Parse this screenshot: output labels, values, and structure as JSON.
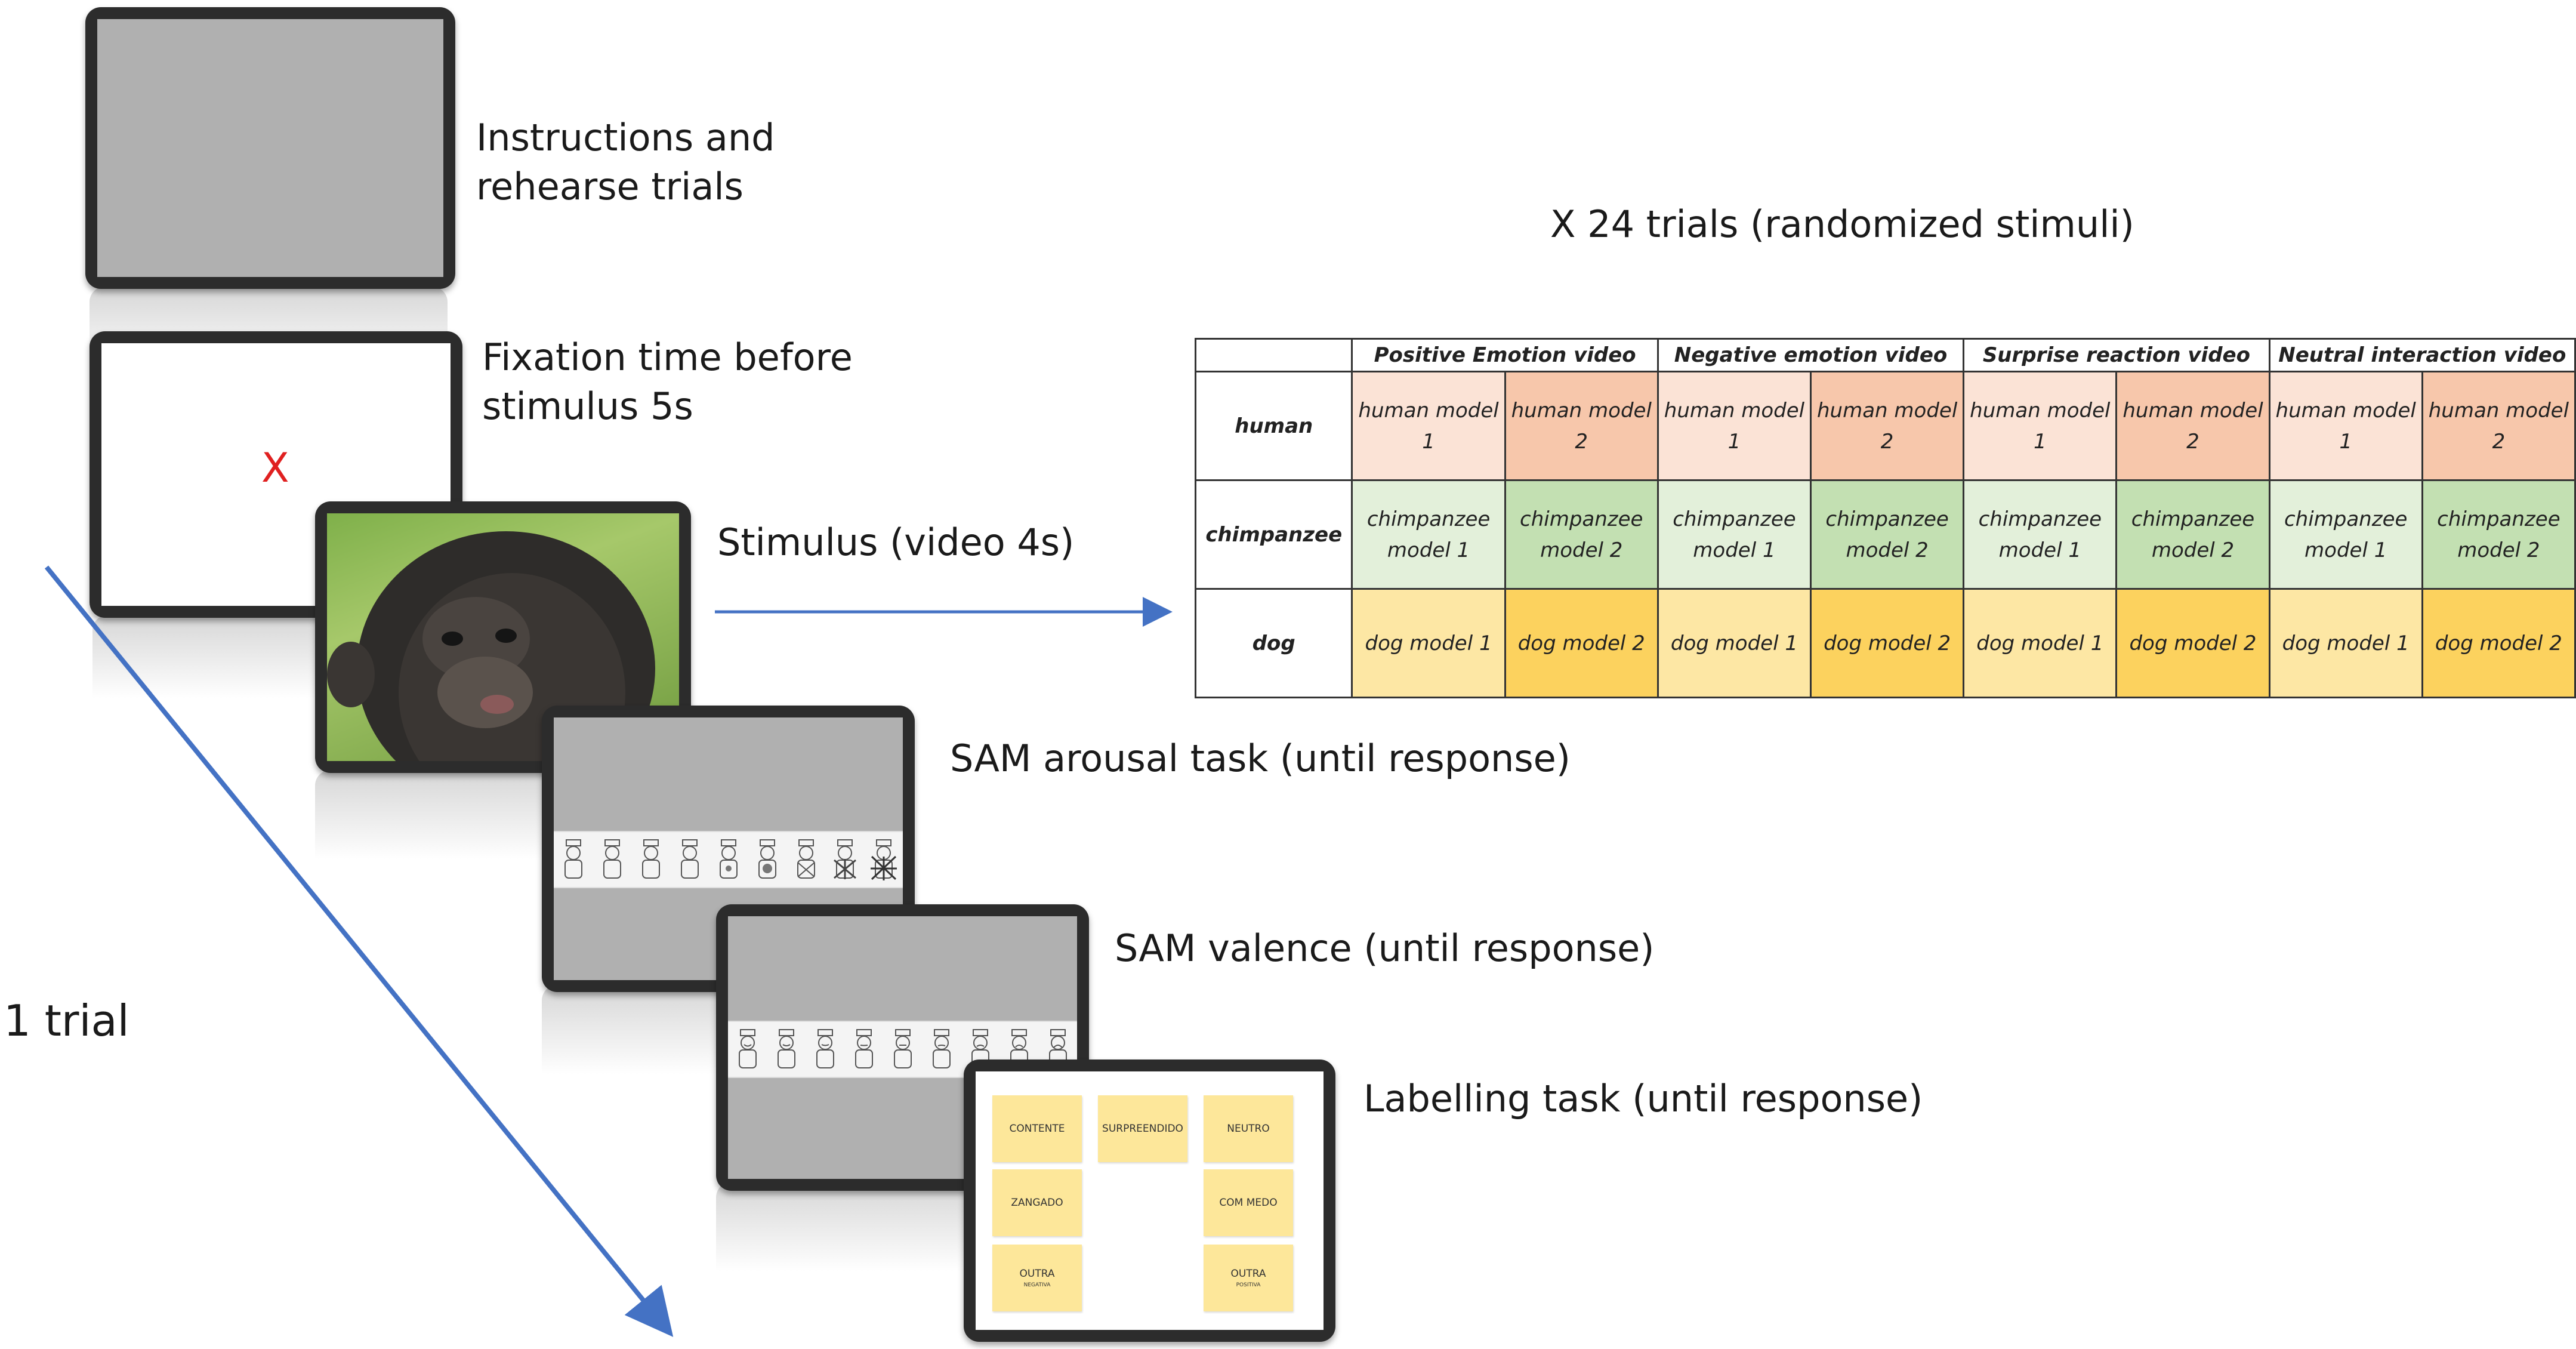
{
  "steps": {
    "instructions": "Instructions and\nrehearse trials",
    "fixation": "Fixation time before\nstimulus 5s",
    "fixation_mark": "X",
    "stimulus": "Stimulus (video 4s)",
    "arousal": "SAM arousal task (until response)",
    "valence": "SAM valence (until response)",
    "labelling": "Labelling task (until response)"
  },
  "trial_label": "1 trial",
  "repeat_label": "X 24 trials (randomized stimuli)",
  "labelling_notes": {
    "contente": "CONTENTE",
    "surpreendido": "SURPREENDIDO",
    "neutro": "NEUTRO",
    "zangado": "ZANGADO",
    "com_medo": "COM MEDO",
    "outra_negativa": "OUTRA",
    "outra_negativa_sub": "NEGATIVA",
    "outra_positiva": "OUTRA",
    "outra_positiva_sub": "POSITIVA"
  },
  "table": {
    "columns": [
      "Positive Emotion video",
      "Negative emotion video",
      "Surprise reaction video",
      "Neutral interaction video"
    ],
    "rows": [
      {
        "species": "human",
        "cells": [
          "human model\n1",
          "human model\n2",
          "human model\n1",
          "human model\n2",
          "human model\n1",
          "human model\n2",
          "human model\n1",
          "human model\n2"
        ]
      },
      {
        "species": "chimpanzee",
        "cells": [
          "chimpanzee\nmodel 1",
          "chimpanzee\nmodel 2",
          "chimpanzee\nmodel 1",
          "chimpanzee\nmodel 2",
          "chimpanzee\nmodel 1",
          "chimpanzee\nmodel 2",
          "chimpanzee\nmodel 1",
          "chimpanzee\nmodel 2"
        ]
      },
      {
        "species": "dog",
        "cells": [
          "dog model 1",
          "dog model 2",
          "dog model 1",
          "dog model 2",
          "dog model 1",
          "dog model 2",
          "dog model 1",
          "dog model 2"
        ]
      }
    ]
  },
  "colors": {
    "arrow": "#4472c4",
    "fixation_mark": "#e02020",
    "screen_grey": "#b0b0b0",
    "note": "#fde79a"
  }
}
